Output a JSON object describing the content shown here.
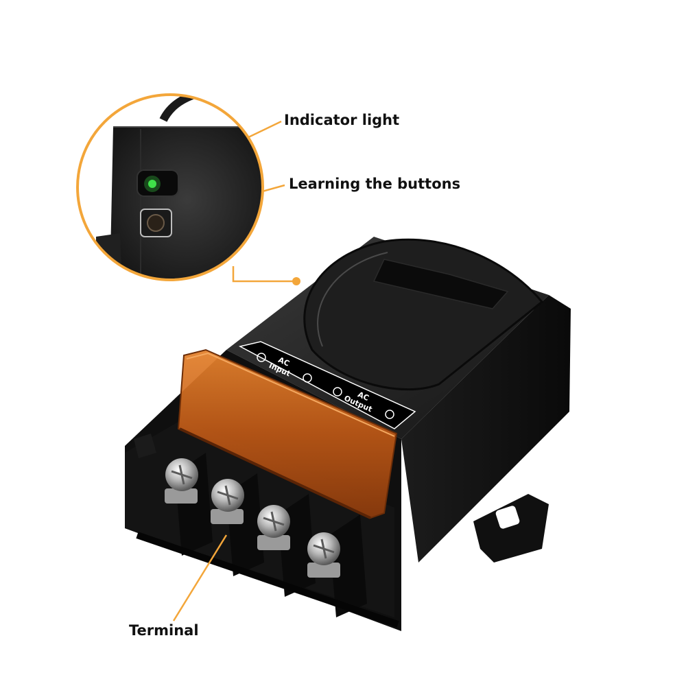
{
  "callouts": {
    "indicator_light": "Indicator light",
    "learning_buttons": "Learning the buttons",
    "terminal": "Terminal"
  },
  "panel": {
    "ac_input": [
      "AC",
      "Input"
    ],
    "ac_output": [
      "AC",
      "Output"
    ]
  },
  "colors": {
    "callout_line": "#f3a63a",
    "housing": "#161616",
    "cover": "#c8621a",
    "indicator_led": "#3fe04a",
    "background": "#ffffff"
  }
}
